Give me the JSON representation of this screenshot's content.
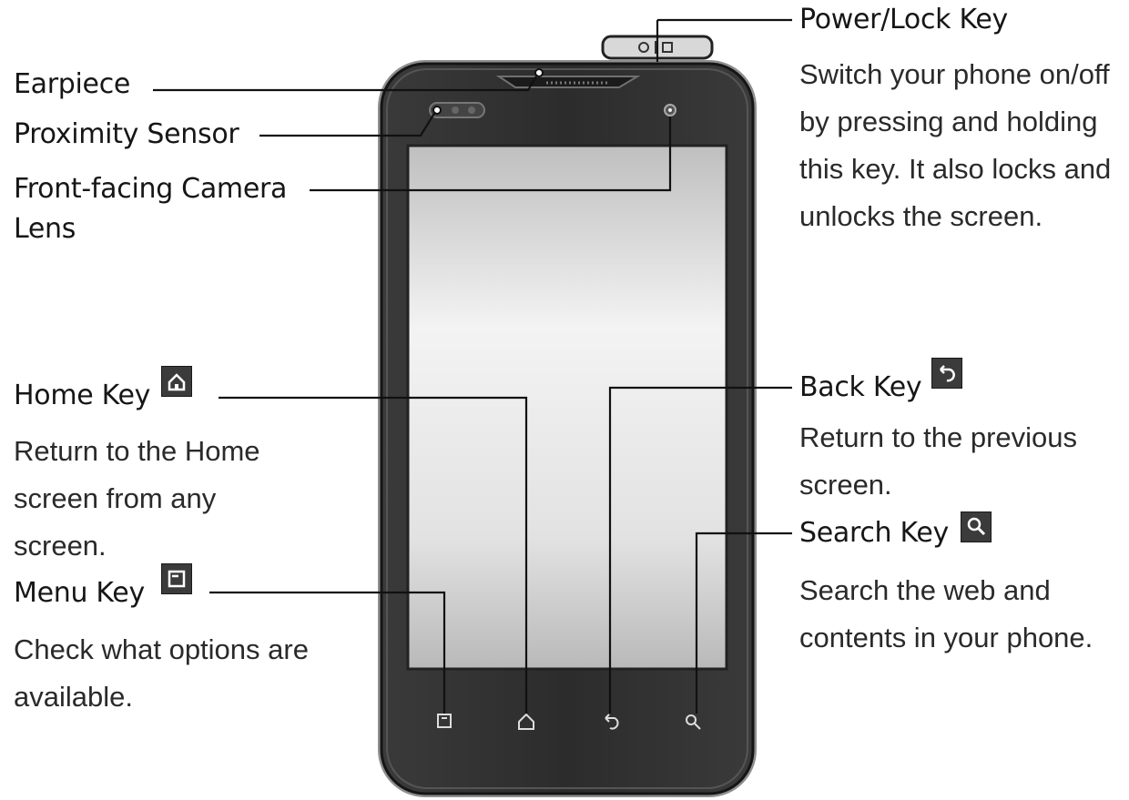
{
  "labels": {
    "earpiece": "Earpiece",
    "proximity_sensor": "Proximity Sensor",
    "front_camera_line1": "Front-facing Camera",
    "front_camera_line2": "Lens",
    "power_lock_key": "Power/Lock Key",
    "power_lock_desc": "Switch your phone on/off by pressing and holding this key. It also locks and unlocks the screen.",
    "home_key": "Home Key",
    "home_key_desc": "Return to the Home screen from any screen.",
    "menu_key": "Menu Key",
    "menu_key_desc": "Check what options are available.",
    "back_key": "Back Key",
    "back_key_desc": "Return to the previous screen.",
    "search_key": "Search Key",
    "search_key_desc": "Search the web and contents in your phone."
  },
  "icons": {
    "home": "home-icon",
    "menu": "menu-icon",
    "back": "back-arrow-icon",
    "search": "search-icon"
  },
  "colors": {
    "phone_body": "#2e2e2e",
    "phone_rim": "#8a8a8a",
    "screen_light": "#f4f4f4",
    "screen_dark": "#bdbdbd",
    "leader_line": "#111111",
    "icon_bg": "#3b3b3b"
  }
}
